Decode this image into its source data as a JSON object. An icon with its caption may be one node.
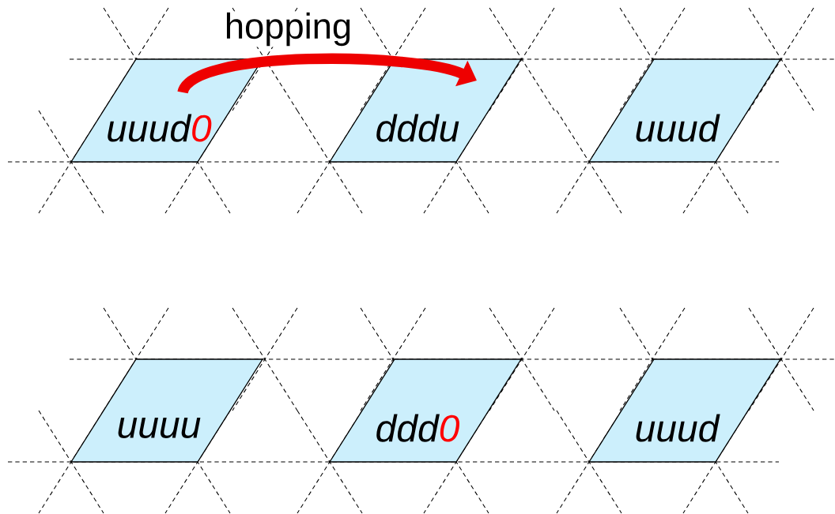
{
  "diagram": {
    "nodes": [
      {
        "text": [
          "uuud",
          "0"
        ]
      },
      {
        "text": [
          "dddu"
        ]
      },
      {
        "text": [
          "uuud"
        ]
      },
      {
        "text": [
          "uuuu"
        ]
      },
      {
        "text": [
          "ddd",
          "0"
        ]
      },
      {
        "text": [
          "uuud"
        ]
      }
    ],
    "edges": [
      {
        "from": 0,
        "to": 1,
        "arrow": "to",
        "label": "hopping",
        "color": "#ee0000"
      }
    ]
  }
}
